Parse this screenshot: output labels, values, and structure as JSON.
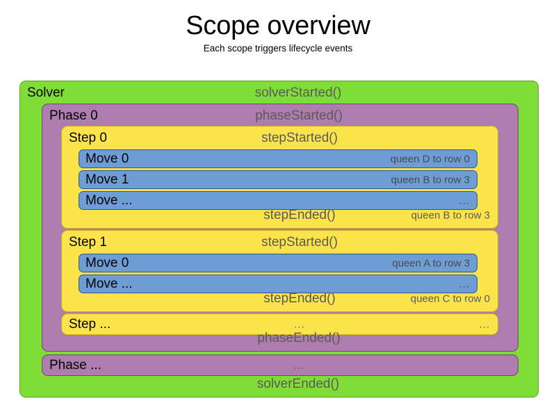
{
  "header": {
    "title": "Scope overview",
    "subtitle": "Each scope triggers lifecycle events"
  },
  "colors": {
    "solver_bg": "#80dc36",
    "phase_bg": "#ad7dad",
    "step_bg": "#fbe44b",
    "move_bg": "#6d9dd4",
    "event_text": "#5a5a5a",
    "label_text": "#000000",
    "page_bg": "#ffffff"
  },
  "solver": {
    "label": "Solver",
    "started_event": "solverStarted()",
    "ended_event": "solverEnded()",
    "phases": [
      {
        "label": "Phase 0",
        "started_event": "phaseStarted()",
        "ended_event": "phaseEnded()",
        "steps": [
          {
            "label": "Step 0",
            "started_event": "stepStarted()",
            "ended_event": "stepEnded()",
            "ended_value": "queen B to row 3",
            "moves": [
              {
                "label": "Move 0",
                "value": "queen D to row 0"
              },
              {
                "label": "Move 1",
                "value": "queen B to row 3"
              },
              {
                "label": "Move ...",
                "value": "..."
              }
            ]
          },
          {
            "label": "Step 1",
            "started_event": "stepStarted()",
            "ended_event": "stepEnded()",
            "ended_value": "queen C to row 0",
            "moves": [
              {
                "label": "Move 0",
                "value": "queen A to row 3"
              },
              {
                "label": "Move ...",
                "value": "..."
              }
            ]
          },
          {
            "label": "Step ...",
            "started_event": "...",
            "ended_value": "..."
          }
        ]
      },
      {
        "label": "Phase ...",
        "started_event": "..."
      }
    ]
  }
}
